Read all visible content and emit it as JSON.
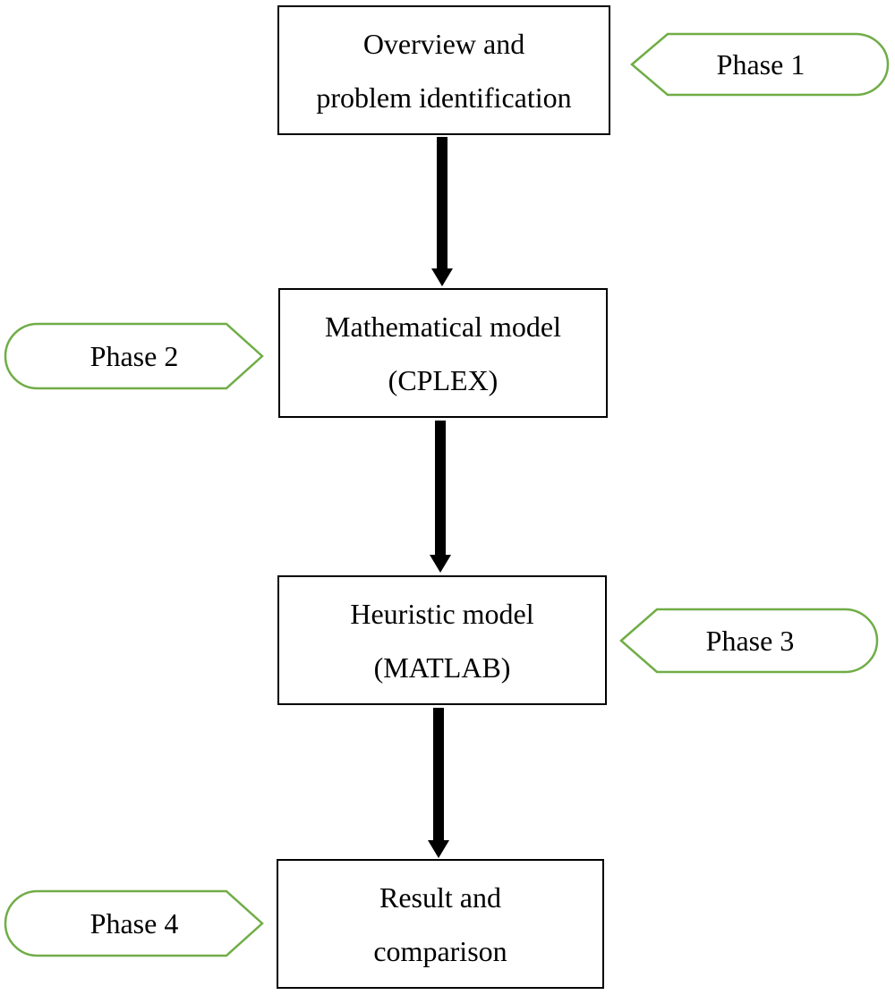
{
  "flow": {
    "steps": [
      {
        "lines": [
          "Overview and",
          "problem identification"
        ]
      },
      {
        "lines": [
          "Mathematical model",
          "(CPLEX)"
        ]
      },
      {
        "lines": [
          "Heuristic model",
          "(MATLAB)"
        ]
      },
      {
        "lines": [
          "Result and",
          "comparison"
        ]
      }
    ],
    "phases": [
      {
        "label": "Phase 1"
      },
      {
        "label": "Phase 2"
      },
      {
        "label": "Phase 3"
      },
      {
        "label": "Phase 4"
      }
    ]
  },
  "colors": {
    "box_border": "#000000",
    "arrow": "#000000",
    "phase_outline": "#70ad47"
  }
}
